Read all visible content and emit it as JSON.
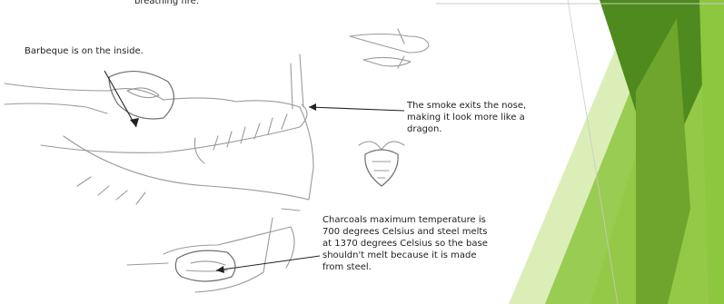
{
  "slide": {
    "accent_colors": [
      "#8dc63f",
      "#6fa52c",
      "#4e8a1d",
      "#b8dd7a",
      "#d8ecb0"
    ],
    "captions": {
      "top": "breathing fire.",
      "barbeque": "Barbeque is on the inside.",
      "smoke": "The smoke exits the nose,\nmaking it look more like a\ndragon.",
      "charcoal": "Charcoals maximum temperature is\n700 degrees Celsius and steel melts\nat 1370 degrees Celsius so the base\nshouldn't melt because it is made\nfrom steel."
    }
  }
}
